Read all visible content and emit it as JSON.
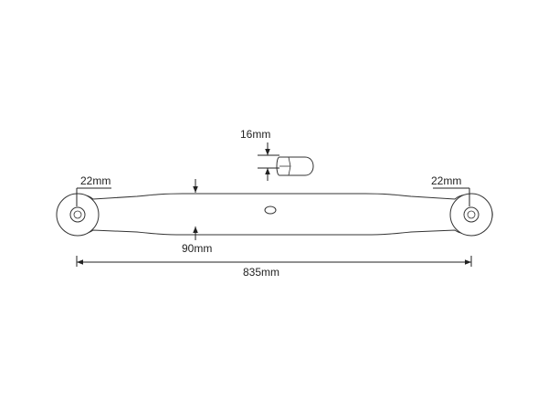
{
  "dimensions": {
    "pin_width": "16mm",
    "left_ball": "22mm",
    "right_ball": "22mm",
    "arm_width": "90mm",
    "overall_length": "835mm"
  },
  "colors": {
    "stroke": "#333333",
    "background": "#ffffff"
  }
}
